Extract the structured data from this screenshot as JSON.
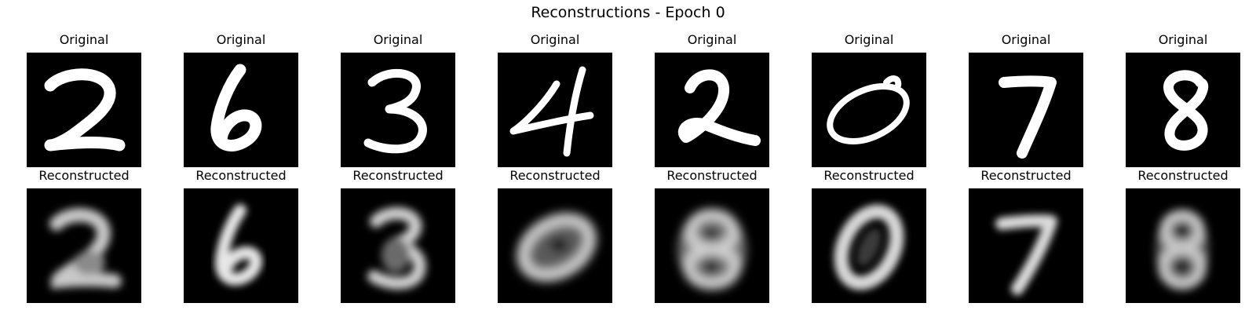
{
  "title": "Reconstructions - Epoch 0",
  "rows": {
    "original": {
      "panels": [
        {
          "label": "Original",
          "digit": "2"
        },
        {
          "label": "Original",
          "digit": "6"
        },
        {
          "label": "Original",
          "digit": "3"
        },
        {
          "label": "Original",
          "digit": "4"
        },
        {
          "label": "Original",
          "digit": "2"
        },
        {
          "label": "Original",
          "digit": "0"
        },
        {
          "label": "Original",
          "digit": "7"
        },
        {
          "label": "Original",
          "digit": "8"
        }
      ]
    },
    "reconstructed": {
      "panels": [
        {
          "label": "Reconstructed",
          "digit": "2"
        },
        {
          "label": "Reconstructed",
          "digit": "6"
        },
        {
          "label": "Reconstructed",
          "digit": "3"
        },
        {
          "label": "Reconstructed",
          "digit": "0"
        },
        {
          "label": "Reconstructed",
          "digit": "8"
        },
        {
          "label": "Reconstructed",
          "digit": "0"
        },
        {
          "label": "Reconstructed",
          "digit": "7"
        },
        {
          "label": "Reconstructed",
          "digit": "8"
        }
      ]
    }
  },
  "colors": {
    "background": "#ffffff",
    "image_background": "#000000",
    "stroke_original": "#ffffff",
    "stroke_reconstructed": "#d9d9d9"
  }
}
